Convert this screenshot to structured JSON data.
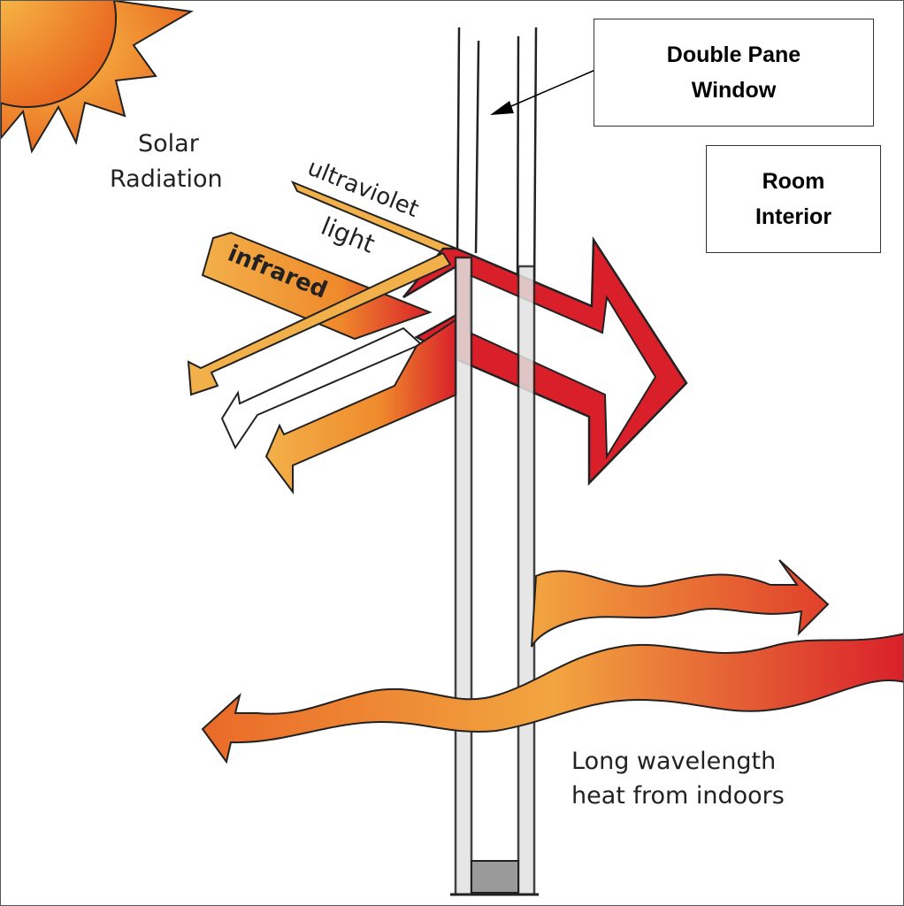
{
  "labels": {
    "solar_line1": "Solar",
    "solar_line2": "Radiation",
    "ultraviolet": "ultraviolet",
    "light": "light",
    "infrared": "infrared",
    "long_wave_line1": "Long wavelength",
    "long_wave_line2": "heat from indoors"
  },
  "callouts": {
    "window_line1": "Double Pane",
    "window_line2": "Window",
    "room_line1": "Room",
    "room_line2": "Interior"
  },
  "colors": {
    "red": "#d9202a",
    "orange": "#ef8a2c",
    "amber": "#f2b04a",
    "glass": "#e2e2e2",
    "spacer": "#9a9a9a"
  }
}
